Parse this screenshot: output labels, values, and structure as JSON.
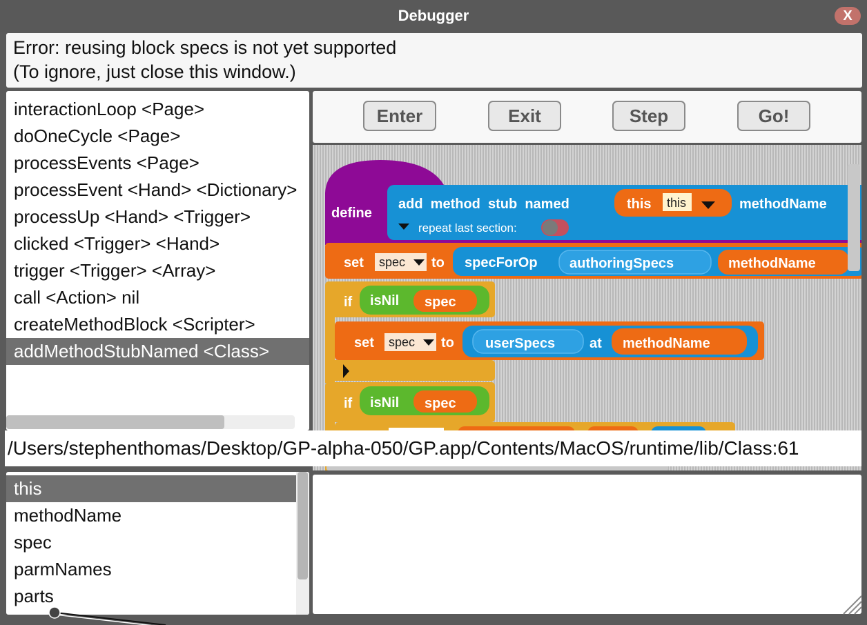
{
  "window": {
    "title": "Debugger",
    "close_label": "X"
  },
  "error": {
    "line1": "Error: reusing block specs is not yet supported",
    "line2": "(To ignore, just close this window.)"
  },
  "stack": [
    "interactionLoop <Page>",
    "doOneCycle <Page>",
    "processEvents <Page>",
    "processEvent <Hand> <Dictionary>",
    "processUp <Hand> <Trigger>",
    "clicked <Trigger> <Hand>",
    "trigger <Trigger> <Array>",
    "call <Action> nil",
    "createMethodBlock <Scripter>",
    "addMethodStubNamed <Class>"
  ],
  "buttons": {
    "enter": "Enter",
    "exit": "Exit",
    "step": "Step",
    "go": "Go!"
  },
  "script": {
    "define": "define",
    "header_words": "add  method  stub  named",
    "this_label": "this",
    "this_value": "this",
    "method_name": "methodName",
    "repeat_label": "repeat last section:",
    "set": "set",
    "spec_var": "spec",
    "to": "to",
    "spec_for_op": "specForOp",
    "authoring_specs": "authoringSpecs",
    "if": "if",
    "is_nil": "isNil",
    "user_specs": "userSpecs",
    "at": "at"
  },
  "path": "/Users/stephenthomas/Desktop/GP-alpha-050/GP.app/Contents/MacOS/runtime/lib/Class:61",
  "variables": [
    "this",
    "methodName",
    "spec",
    "parmNames",
    "parts"
  ],
  "colors": {
    "purple": "#8e0a96",
    "orange": "#ee6b14",
    "blue": "#1791d5",
    "green": "#5cb82d",
    "gold": "#e6a72a"
  }
}
